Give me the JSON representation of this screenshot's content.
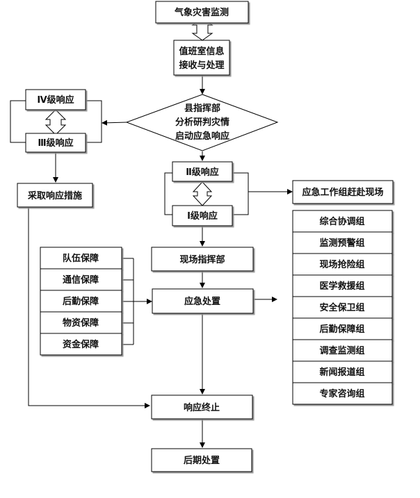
{
  "nodes": {
    "weather_monitor": "气象灾害监测",
    "duty_office_line1": "值班室信息",
    "duty_office_line2": "接收与处理",
    "county_hq_line1": "县指挥部",
    "county_hq_line2": "分析研判灾情",
    "county_hq_line3": "启动应急响应",
    "level4": "Ⅳ级响应",
    "level3": "Ⅲ级响应",
    "take_measures": "采取响应措施",
    "level2": "Ⅱ级响应",
    "level1": "Ⅰ级响应",
    "work_team": "应急工作组赶赴现场",
    "field_hq": "现场指挥部",
    "emergency_handling": "应急处置",
    "response_end": "响应终止",
    "aftermath": "后期处置"
  },
  "support": [
    "队伍保障",
    "通信保障",
    "后勤保障",
    "物资保障",
    "资金保障"
  ],
  "groups": [
    "综合协调组",
    "监测预警组",
    "现场抢险组",
    "医学救援组",
    "安全保卫组",
    "后勤保障组",
    "调查监测组",
    "新闻报道组",
    "专家咨询组"
  ]
}
